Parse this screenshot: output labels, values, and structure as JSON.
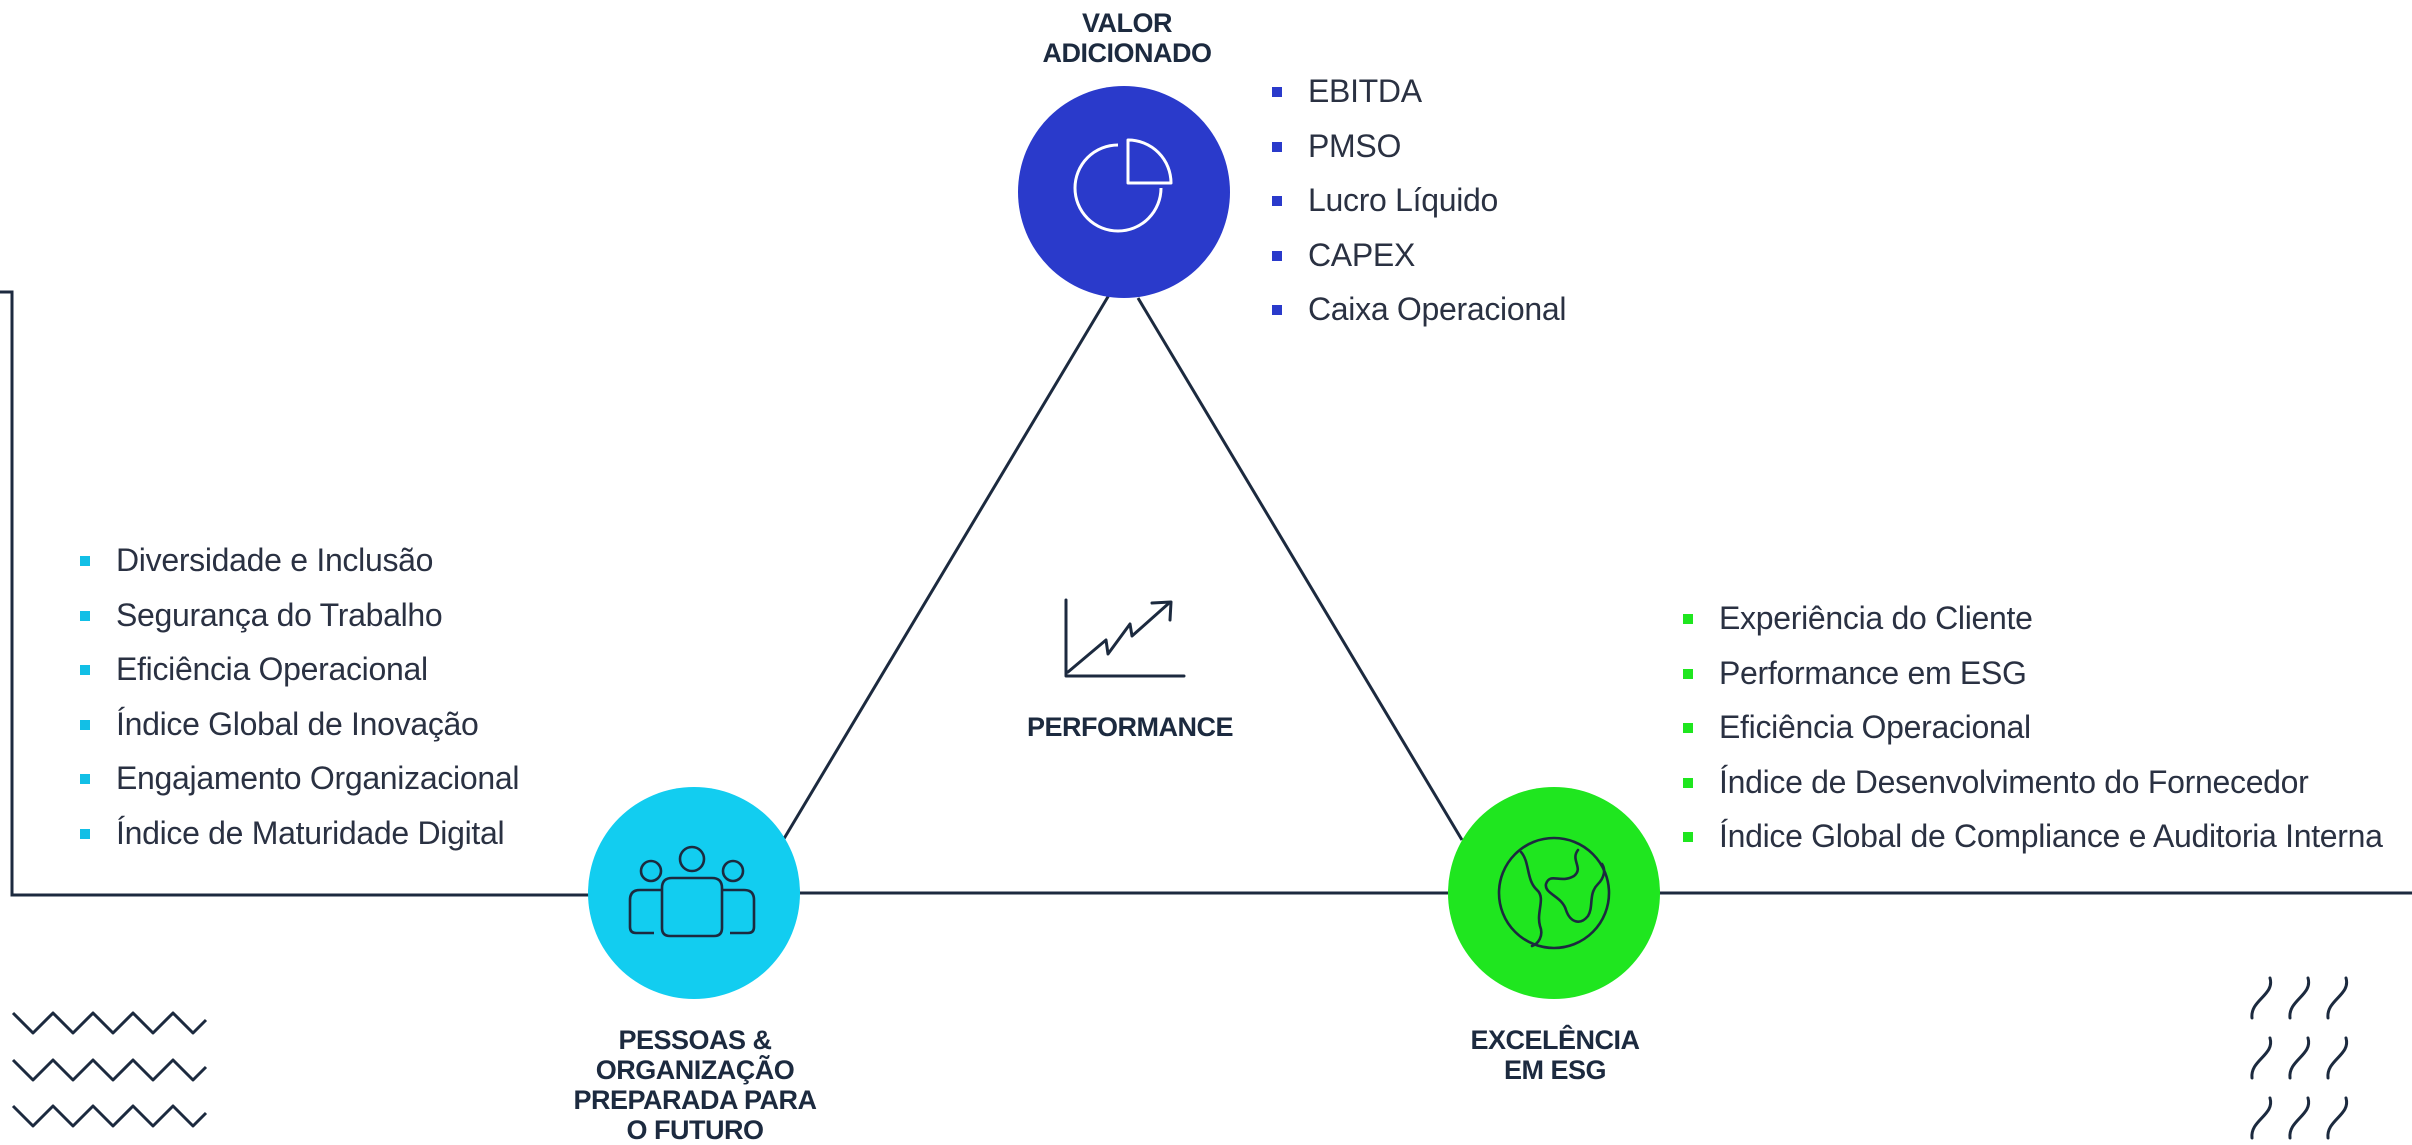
{
  "nodes": {
    "valor": {
      "title": "VALOR\nADICIONADO",
      "color": "#2a3acb",
      "icon": "pie-chart-icon",
      "items": [
        "EBITDA",
        "PMSO",
        "Lucro Líquido",
        "CAPEX",
        "Caixa Operacional"
      ]
    },
    "pessoas": {
      "title": "PESSOAS &\nORGANIZAÇÃO\nPREPARADA PARA\nO FUTURO",
      "color": "#12cdf0",
      "icon": "people-group-icon",
      "items": [
        "Diversidade e Inclusão",
        "Segurança do Trabalho",
        "Eficiência Operacional",
        "Índice Global de Inovação",
        "Engajamento Organizacional",
        "Índice de Maturidade Digital"
      ]
    },
    "esg": {
      "title": "EXCELÊNCIA\nEM ESG",
      "color": "#1fe61f",
      "icon": "globe-icon",
      "items": [
        "Experiência do Cliente",
        "Performance em ESG",
        "Eficiência Operacional",
        "Índice de Desenvolvimento do Fornecedor",
        "Índice Global de Compliance e Auditoria Interna"
      ]
    }
  },
  "center": {
    "title": "PERFORMANCE",
    "icon": "trend-chart-icon"
  },
  "decorations": {
    "left": "zigzag-pattern-icon",
    "right": "wave-pattern-icon"
  },
  "line_color": "#1c2a3f"
}
